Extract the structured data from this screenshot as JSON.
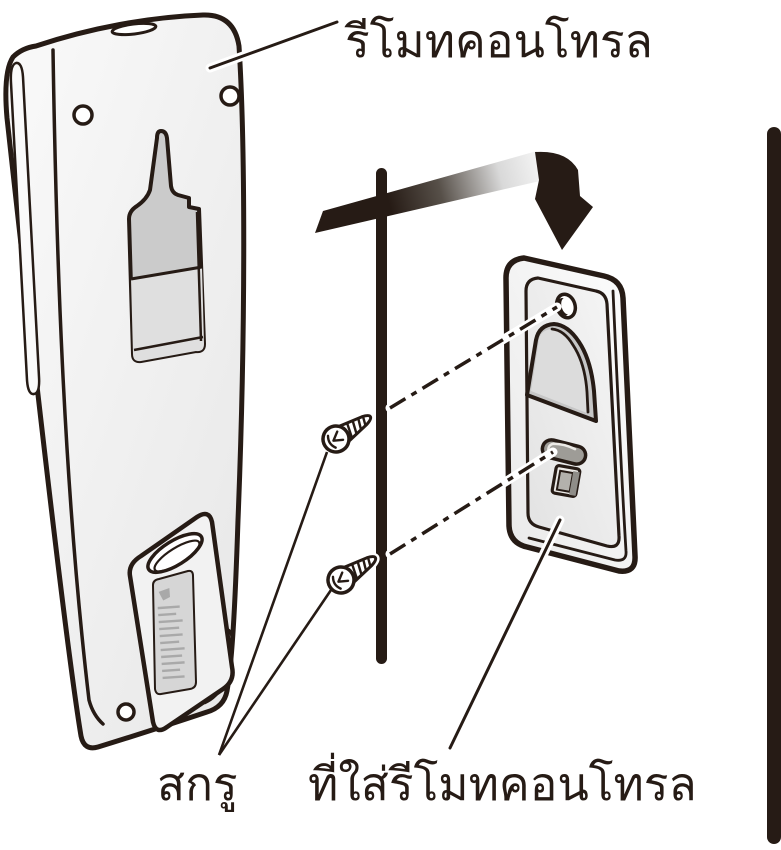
{
  "figure": {
    "type": "instruction-illustration",
    "subject": "remote control wall-mount installation"
  },
  "labels": {
    "remote": "รีโมทคอนโทรล",
    "screw": "สกรู",
    "holder": "ที่ใส่รีโมทคอนโทรล"
  },
  "colors": {
    "ink": "#261b15",
    "body_light": "#f8f8f8",
    "body_shade": "#e8e8e8",
    "recess_gray": "#cbcbcb",
    "recess_light": "#dfdfdf",
    "slot_dark": "#9e9c97",
    "background": "#ffffff"
  },
  "icons": {
    "down_arrow": "folded-ribbon-arrow",
    "screw": "tapping-screw",
    "dash_line": "alignment-dash-dot-line"
  }
}
